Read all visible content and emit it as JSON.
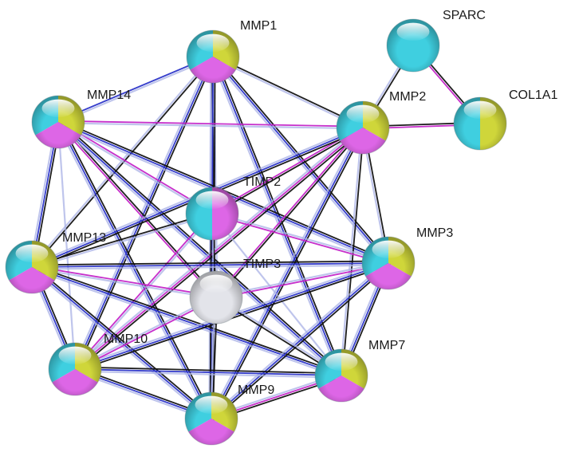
{
  "network": {
    "colors": {
      "cyan": "#3fcfe0",
      "yellow": "#cfd63a",
      "magenta": "#dd66e6",
      "grey": "#e3e4ea",
      "edge_black": "#111111",
      "edge_blue": "#2a33c8",
      "edge_magenta": "#c424c8",
      "edge_lightblue": "#aab2e6"
    },
    "nodes": [
      {
        "id": "MMP1",
        "label": "MMP1",
        "colors": [
          "cyan",
          "yellow",
          "magenta"
        ]
      },
      {
        "id": "SPARC",
        "label": "SPARC",
        "colors": [
          "cyan"
        ]
      },
      {
        "id": "MMP14",
        "label": "MMP14",
        "colors": [
          "cyan",
          "yellow",
          "magenta"
        ]
      },
      {
        "id": "MMP2",
        "label": "MMP2",
        "colors": [
          "cyan",
          "yellow",
          "magenta"
        ]
      },
      {
        "id": "COL1A1",
        "label": "COL1A1",
        "colors": [
          "cyan",
          "yellow"
        ]
      },
      {
        "id": "TIMP2",
        "label": "TIMP2",
        "colors": [
          "cyan",
          "magenta"
        ]
      },
      {
        "id": "MMP13",
        "label": "MMP13",
        "colors": [
          "cyan",
          "yellow",
          "magenta"
        ]
      },
      {
        "id": "MMP3",
        "label": "MMP3",
        "colors": [
          "cyan",
          "yellow",
          "magenta"
        ]
      },
      {
        "id": "TIMP3",
        "label": "TIMP3",
        "colors": [
          "grey"
        ]
      },
      {
        "id": "MMP10",
        "label": "MMP10",
        "colors": [
          "cyan",
          "yellow",
          "magenta"
        ]
      },
      {
        "id": "MMP7",
        "label": "MMP7",
        "colors": [
          "cyan",
          "yellow",
          "magenta"
        ]
      },
      {
        "id": "MMP9",
        "label": "MMP9",
        "colors": [
          "cyan",
          "yellow",
          "magenta"
        ]
      }
    ],
    "edges": [
      {
        "source": "SPARC",
        "target": "MMP2",
        "types": [
          "black",
          "lightblue"
        ]
      },
      {
        "source": "SPARC",
        "target": "COL1A1",
        "types": [
          "black",
          "magenta"
        ]
      },
      {
        "source": "MMP2",
        "target": "COL1A1",
        "types": [
          "black",
          "magenta"
        ]
      },
      {
        "source": "MMP1",
        "target": "MMP14",
        "types": [
          "lightblue",
          "blue"
        ]
      },
      {
        "source": "MMP1",
        "target": "MMP2",
        "types": [
          "black",
          "lightblue"
        ]
      },
      {
        "source": "MMP1",
        "target": "TIMP2",
        "types": [
          "lightblue",
          "lightblue"
        ]
      },
      {
        "source": "MMP1",
        "target": "MMP13",
        "types": [
          "black",
          "lightblue"
        ]
      },
      {
        "source": "MMP1",
        "target": "MMP3",
        "types": [
          "black",
          "blue",
          "lightblue"
        ]
      },
      {
        "source": "MMP1",
        "target": "TIMP3",
        "types": [
          "lightblue",
          "black"
        ]
      },
      {
        "source": "MMP1",
        "target": "MMP10",
        "types": [
          "black",
          "blue",
          "lightblue"
        ]
      },
      {
        "source": "MMP1",
        "target": "MMP7",
        "types": [
          "black",
          "blue",
          "lightblue"
        ]
      },
      {
        "source": "MMP1",
        "target": "MMP9",
        "types": [
          "black",
          "blue",
          "lightblue"
        ]
      },
      {
        "source": "MMP14",
        "target": "MMP2",
        "types": [
          "magenta",
          "lightblue"
        ]
      },
      {
        "source": "MMP14",
        "target": "TIMP2",
        "types": [
          "magenta",
          "lightblue"
        ]
      },
      {
        "source": "MMP14",
        "target": "MMP13",
        "types": [
          "black",
          "blue",
          "lightblue"
        ]
      },
      {
        "source": "MMP14",
        "target": "MMP3",
        "types": [
          "black",
          "blue",
          "lightblue"
        ]
      },
      {
        "source": "MMP14",
        "target": "TIMP3",
        "types": [
          "black",
          "magenta"
        ]
      },
      {
        "source": "MMP14",
        "target": "MMP10",
        "types": [
          "lightblue"
        ]
      },
      {
        "source": "MMP14",
        "target": "MMP7",
        "types": [
          "black",
          "blue",
          "lightblue"
        ]
      },
      {
        "source": "MMP14",
        "target": "MMP9",
        "types": [
          "black",
          "blue",
          "lightblue"
        ]
      },
      {
        "source": "MMP2",
        "target": "TIMP2",
        "types": [
          "black",
          "magenta"
        ]
      },
      {
        "source": "MMP2",
        "target": "MMP13",
        "types": [
          "black",
          "blue",
          "lightblue"
        ]
      },
      {
        "source": "MMP2",
        "target": "MMP3",
        "types": [
          "black",
          "lightblue"
        ]
      },
      {
        "source": "MMP2",
        "target": "TIMP3",
        "types": [
          "black",
          "magenta"
        ]
      },
      {
        "source": "MMP2",
        "target": "MMP10",
        "types": [
          "black",
          "magenta",
          "lightblue"
        ]
      },
      {
        "source": "MMP2",
        "target": "MMP7",
        "types": [
          "black",
          "lightblue"
        ]
      },
      {
        "source": "MMP2",
        "target": "MMP9",
        "types": [
          "black",
          "blue",
          "lightblue"
        ]
      },
      {
        "source": "TIMP2",
        "target": "MMP13",
        "types": [
          "lightblue",
          "black"
        ]
      },
      {
        "source": "TIMP2",
        "target": "MMP3",
        "types": [
          "lightblue",
          "magenta"
        ]
      },
      {
        "source": "TIMP2",
        "target": "TIMP3",
        "types": [
          "black"
        ]
      },
      {
        "source": "TIMP2",
        "target": "MMP10",
        "types": [
          "lightblue",
          "magenta"
        ]
      },
      {
        "source": "TIMP2",
        "target": "MMP7",
        "types": [
          "lightblue"
        ]
      },
      {
        "source": "TIMP2",
        "target": "MMP9",
        "types": [
          "lightblue",
          "black"
        ]
      },
      {
        "source": "MMP13",
        "target": "MMP3",
        "types": [
          "black",
          "blue",
          "lightblue"
        ]
      },
      {
        "source": "MMP13",
        "target": "TIMP3",
        "types": [
          "magenta",
          "lightblue"
        ]
      },
      {
        "source": "MMP13",
        "target": "MMP10",
        "types": [
          "black",
          "blue",
          "lightblue"
        ]
      },
      {
        "source": "MMP13",
        "target": "MMP7",
        "types": [
          "black",
          "blue",
          "lightblue"
        ]
      },
      {
        "source": "MMP13",
        "target": "MMP9",
        "types": [
          "black",
          "blue",
          "lightblue"
        ]
      },
      {
        "source": "MMP3",
        "target": "TIMP3",
        "types": [
          "magenta",
          "lightblue"
        ]
      },
      {
        "source": "MMP3",
        "target": "MMP10",
        "types": [
          "black",
          "blue",
          "lightblue"
        ]
      },
      {
        "source": "MMP3",
        "target": "MMP7",
        "types": [
          "black",
          "blue",
          "lightblue"
        ]
      },
      {
        "source": "MMP3",
        "target": "MMP9",
        "types": [
          "black",
          "blue",
          "lightblue"
        ]
      },
      {
        "source": "TIMP3",
        "target": "MMP10",
        "types": [
          "magenta",
          "lightblue"
        ]
      },
      {
        "source": "TIMP3",
        "target": "MMP7",
        "types": [
          "lightblue",
          "black"
        ]
      },
      {
        "source": "TIMP3",
        "target": "MMP9",
        "types": [
          "black",
          "lightblue"
        ]
      },
      {
        "source": "MMP10",
        "target": "MMP7",
        "types": [
          "black",
          "blue",
          "lightblue"
        ]
      },
      {
        "source": "MMP10",
        "target": "MMP9",
        "types": [
          "black",
          "blue",
          "lightblue"
        ]
      },
      {
        "source": "MMP7",
        "target": "MMP9",
        "types": [
          "black",
          "magenta",
          "lightblue"
        ]
      }
    ]
  }
}
